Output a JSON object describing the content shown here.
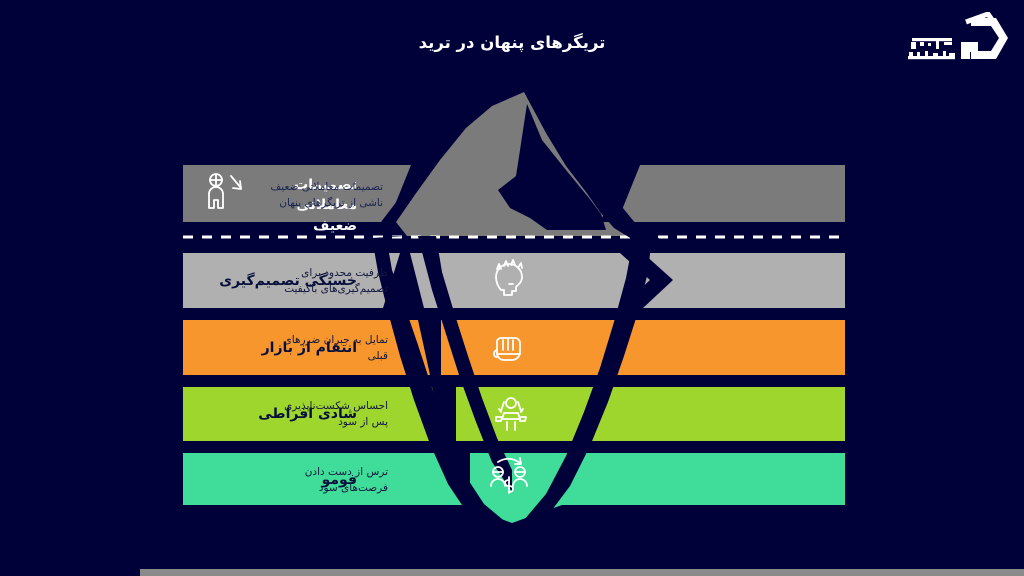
{
  "page": {
    "title": "تریگرهای پنهان در ترید",
    "background_color": "#01013a",
    "waterline_color": "#ffffff"
  },
  "logo": {
    "name": "خانه سرمایه",
    "line1": "خانه",
    "line2": "سرمایه",
    "mark": "house-hexagon-mark",
    "color": "#ffffff"
  },
  "iceberg": {
    "tip_color": "#7b7b7b",
    "outline_color": "#01013a",
    "waterline_label": "waterline"
  },
  "bands": [
    {
      "id": "poor-decisions",
      "color": "#7b7b7b",
      "left_label": "تصمیمات معاملاتی ضعیف",
      "left_label_line1": "تصمیمات معاملاتی",
      "left_label_line2": "ضعیف",
      "left_text_color": "#ffffff",
      "icon": "person-down-arrow-icon",
      "center_icon": "",
      "right_line1": "تصمیمات معاملاتی ضعیف",
      "right_line2": "ناشی از تریگرهای پنهان",
      "above_water": true
    },
    {
      "id": "decision-fatigue",
      "color": "#b0b0b0",
      "left_label": "خستگی تصمیم‌گیری",
      "left_text_color": "#06103a",
      "icon": "",
      "center_icon": "tired-head-icon",
      "right_line1": "ظرفیت محدود برای",
      "right_line2": "تصمیم‌گیری‌های باکیفیت",
      "above_water": false
    },
    {
      "id": "revenge-trading",
      "color": "#f7962d",
      "left_label": "انتقام از بازار",
      "left_text_color": "#06103a",
      "icon": "",
      "center_icon": "fist-icon",
      "right_line1": "تمایل به جبران ضررهای",
      "right_line2": "قبلی",
      "above_water": false
    },
    {
      "id": "euphoria",
      "color": "#9fd62e",
      "left_label": "شادی افراطی",
      "left_text_color": "#06103a",
      "icon": "",
      "center_icon": "celebrating-person-icon",
      "right_line1": "احساس شکست‌ناپذیری",
      "right_line2": "پس از سود",
      "above_water": false
    },
    {
      "id": "fomo",
      "color": "#3fdd99",
      "left_label": "فومو",
      "left_text_color": "#06103a",
      "icon": "",
      "center_icon": "two-people-money-icon",
      "right_line1": "ترس از دست دادن",
      "right_line2": "فرصت‌های سود",
      "above_water": false
    }
  ],
  "footer": {
    "bar_color": "#8a8a8a"
  }
}
